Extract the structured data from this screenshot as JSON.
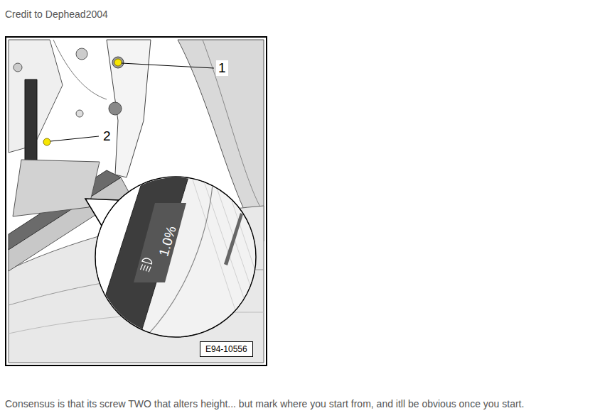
{
  "diagram": {
    "nodes": [
      {
        "text": [
          "E94-10556"
        ]
      }
    ],
    "labels": [
      "Credit to Dephead2004",
      "1",
      "2",
      "1.0%",
      "Consensus is that its screw TWO that alters height... but mark where you start from, and itll be obvious once you start."
    ]
  }
}
